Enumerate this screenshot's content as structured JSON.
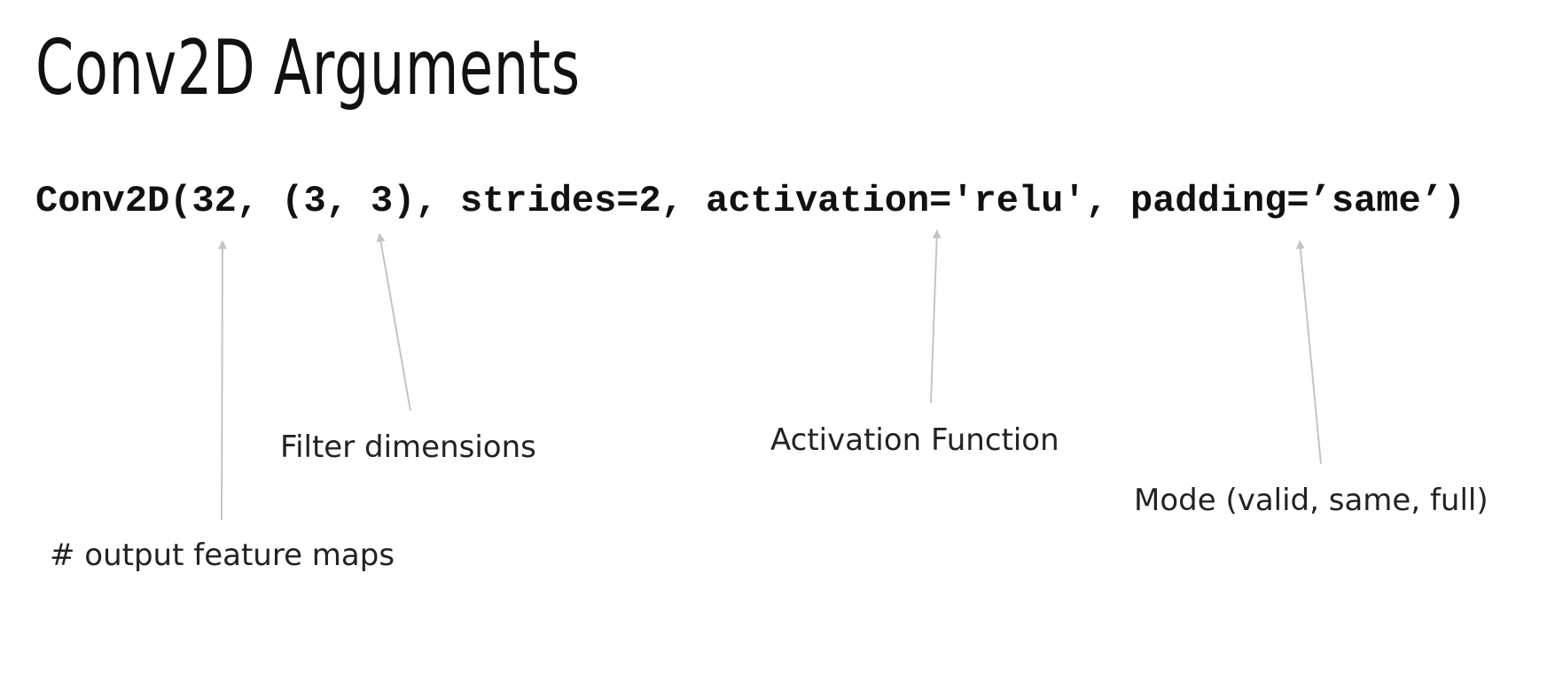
{
  "title": "Conv2D Arguments",
  "code": "Conv2D(32, (3, 3), strides=2, activation='relu', padding=’same’)",
  "annotations": {
    "output_maps": "# output feature maps",
    "filter": "Filter dimensions",
    "activation": "Activation Function",
    "mode": "Mode (valid, same, full)"
  },
  "colors": {
    "arrow": "#c4c4c4",
    "text": "#111111"
  }
}
